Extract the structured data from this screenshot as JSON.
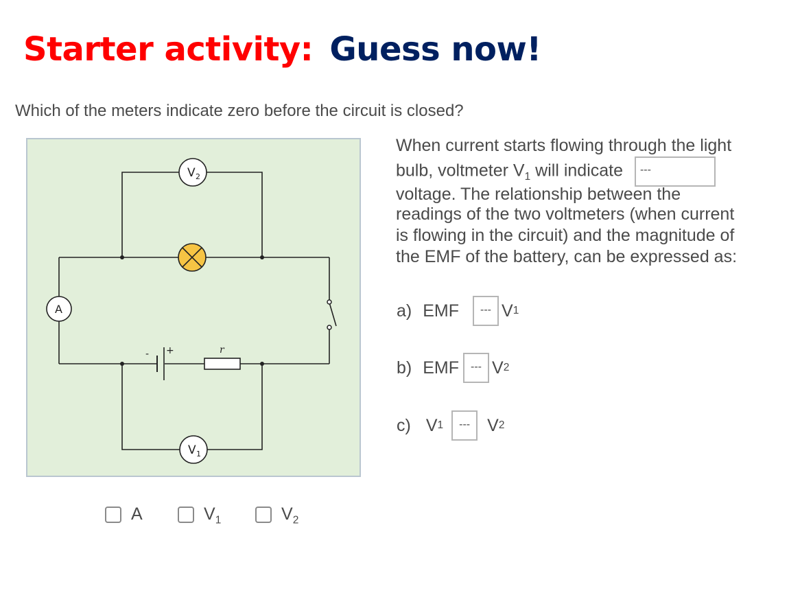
{
  "title": {
    "part1": "Starter activity:",
    "part2": "Guess now!"
  },
  "question": "Which of the meters indicate zero before the circuit is closed?",
  "circuit": {
    "v2": "V",
    "v2_sub": "2",
    "v1": "V",
    "v1_sub": "1",
    "ammeter": "A",
    "resistor_label": "r",
    "minus": "-",
    "plus": "+"
  },
  "choices": [
    {
      "label": "A",
      "sub": ""
    },
    {
      "label": "V",
      "sub": "1"
    },
    {
      "label": "V",
      "sub": "2"
    }
  ],
  "paragraph": {
    "l1": "When current starts flowing through the light",
    "l2a": "bulb, voltmeter V",
    "l2sub": "1",
    "l2b": " will indicate",
    "blank": "---",
    "l3": "voltage. The relationship between the",
    "l4": "readings of the two voltmeters (when current",
    "l5": "is flowing in the circuit) and the magnitude of",
    "l6": "the EMF of the battery, can be expressed as:"
  },
  "options": {
    "a": {
      "prefix": "a)",
      "left": "EMF",
      "blank": "---",
      "right": "V",
      "right_sub": "1"
    },
    "b": {
      "prefix": "b)",
      "left": "EMF",
      "blank": "---",
      "right": "V",
      "right_sub": "2"
    },
    "c": {
      "prefix": "c)",
      "left": "V",
      "left_sub": "1",
      "blank": "---",
      "right": "V",
      "right_sub": "2"
    }
  }
}
